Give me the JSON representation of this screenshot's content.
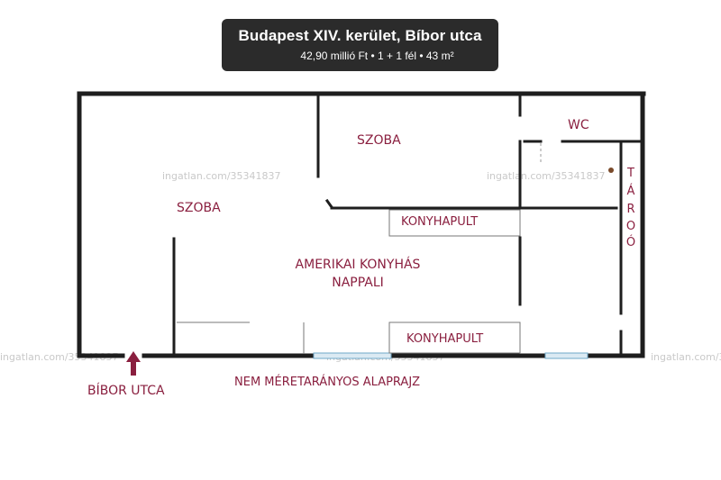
{
  "header": {
    "title": "Budapest XIV. kerület, Bíbor utca",
    "details": "42,90 millió Ft  •  1 + 1 fél  •  43 m²"
  },
  "rooms": {
    "room_left": "SZOBA",
    "room_top": "SZOBA",
    "wc": "WC",
    "storage_letters": [
      "T",
      "Á",
      "R",
      "O",
      "Ó"
    ],
    "living_line1": "AMERIKAI KONYHÁS",
    "living_line2": "NAPPALI",
    "counter_upper": "KONYHAPULT",
    "counter_lower": "KONYHAPULT"
  },
  "street_label": "BÍBOR UTCA",
  "disclaimer": "NEM MÉRETARÁNYOS ALAPRAJZ",
  "watermark": "ingatlan.com/35341837",
  "colors": {
    "label": "#8a1f3f",
    "wall": "#1e1e1e",
    "header_bg": "#2b2b2b",
    "window": "#6fa8c8"
  },
  "icons": {
    "entrance_arrow": "arrow-up-icon"
  }
}
